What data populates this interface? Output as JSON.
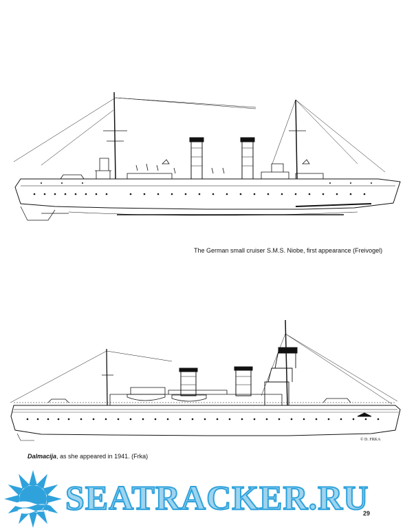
{
  "caption_top": "The German small cruiser S.M.S. Niobe, first appearance (Freivogel)",
  "caption_bottom_name": "Dalmacija",
  "caption_bottom_rest": ", as she appeared in 1941. (Frka)",
  "artist_credit": "© D. FRKA",
  "watermark": "SEATRACKER.RU",
  "page_number": "29",
  "colors": {
    "watermark_fill": "#9ed4ef",
    "watermark_stroke": "#2fa2dc",
    "ink": "#111111"
  }
}
